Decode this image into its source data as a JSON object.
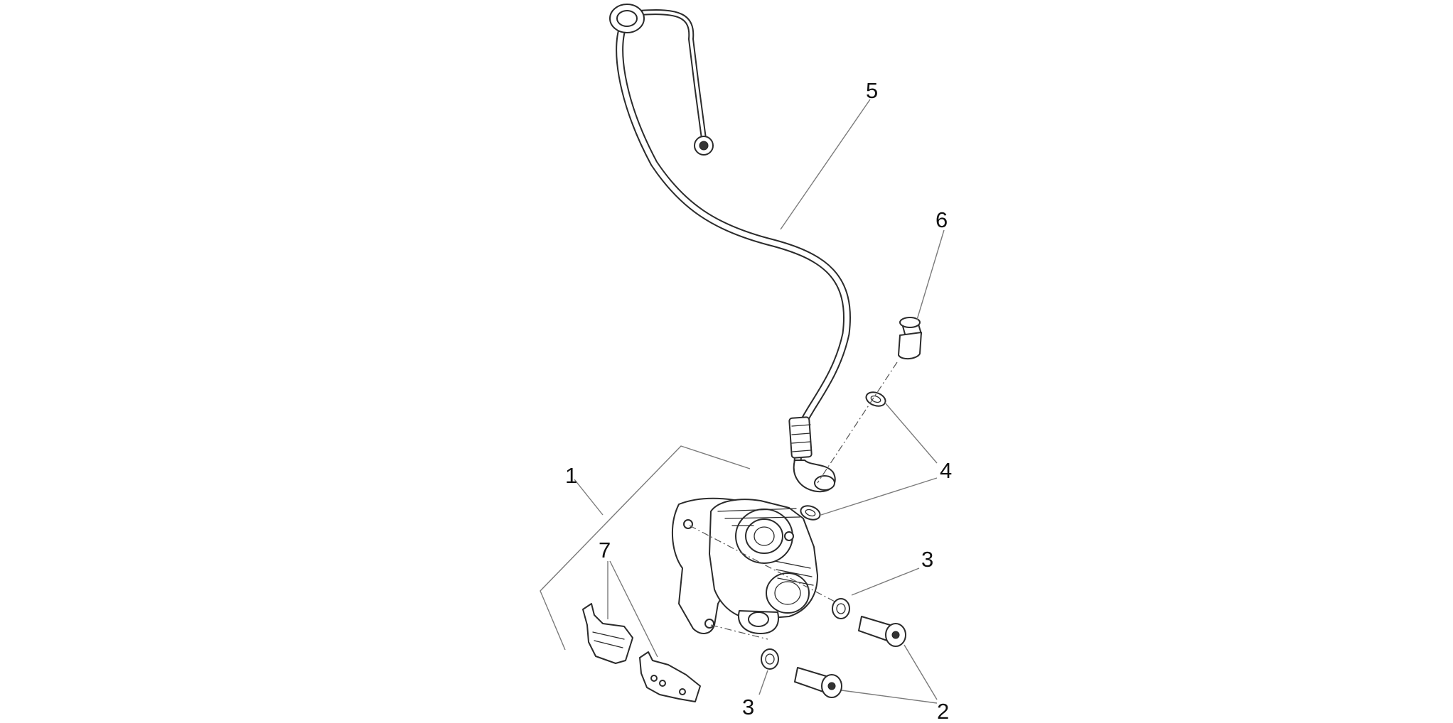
{
  "diagram": {
    "callouts": [
      {
        "id": "1",
        "text": "1"
      },
      {
        "id": "2",
        "text": "2"
      },
      {
        "id": "3a",
        "text": "3"
      },
      {
        "id": "3b",
        "text": "3"
      },
      {
        "id": "4",
        "text": "4"
      },
      {
        "id": "5",
        "text": "5"
      },
      {
        "id": "6",
        "text": "6"
      },
      {
        "id": "7",
        "text": "7"
      }
    ],
    "colors": {
      "line": "#2b2b2b",
      "leader": "#7a7a7a",
      "background": "#ffffff"
    }
  }
}
